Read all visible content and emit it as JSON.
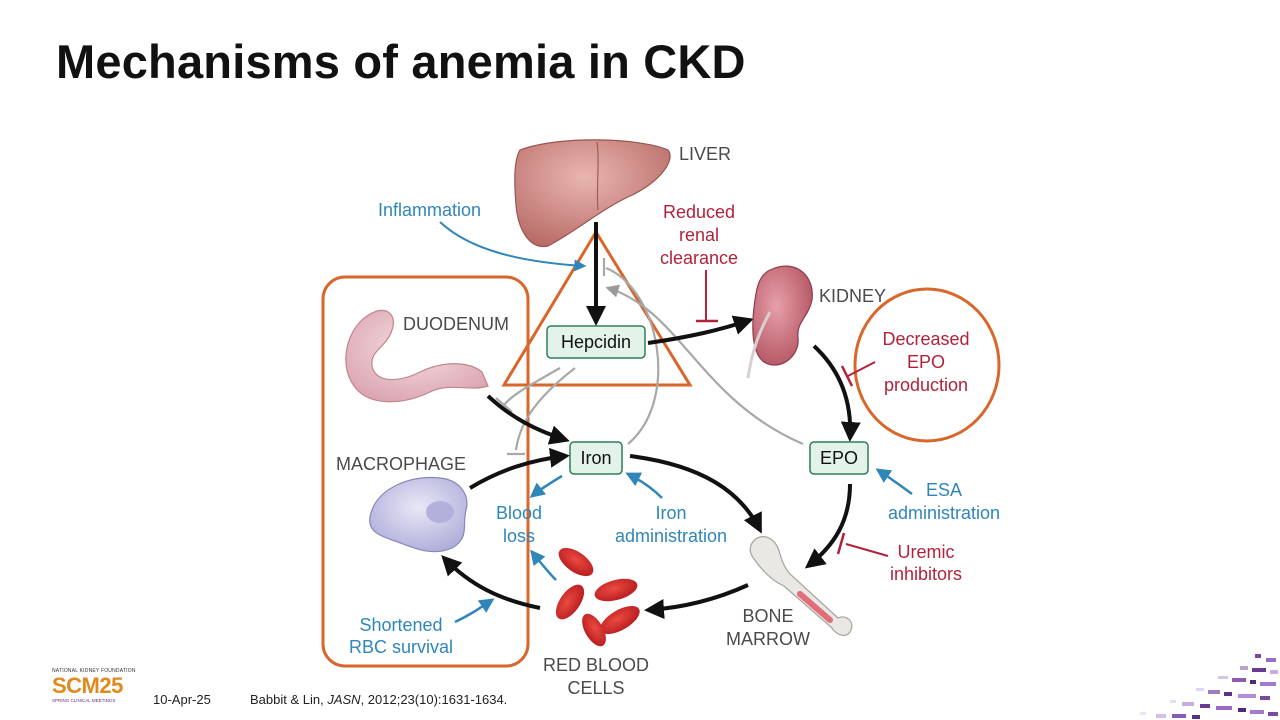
{
  "slide": {
    "title": "Mechanisms of anemia in CKD"
  },
  "diagram": {
    "organs": {
      "liver": "LIVER",
      "kidney": "KIDNEY",
      "duodenum": "DUODENUM",
      "macrophage": "MACROPHAGE",
      "bone_marrow_line1": "BONE",
      "bone_marrow_line2": "MARROW",
      "rbc_line1": "RED BLOOD",
      "rbc_line2": "CELLS"
    },
    "boxes": {
      "hepcidin": "Hepcidin",
      "iron": "Iron",
      "epo": "EPO"
    },
    "factors": {
      "inflammation": "Inflammation",
      "reduced_renal_1": "Reduced",
      "reduced_renal_2": "renal",
      "reduced_renal_3": "clearance",
      "decreased_epo_1": "Decreased",
      "decreased_epo_2": "EPO",
      "decreased_epo_3": "production",
      "esa_1": "ESA",
      "esa_2": "administration",
      "uremic_1": "Uremic",
      "uremic_2": "inhibitors",
      "blood_loss_1": "Blood",
      "blood_loss_2": "loss",
      "iron_admin_1": "Iron",
      "iron_admin_2": "administration",
      "shortened_1": "Shortened",
      "shortened_2": "RBC survival"
    },
    "colors": {
      "highlight_orange": "#d9662a",
      "inhibitor_red": "#b3223b",
      "therapy_blue": "#2f86b8",
      "box_fill": "#e3f3ea",
      "box_border": "#2f7d5d"
    }
  },
  "footer": {
    "date": "10-Apr-25",
    "ref_authors": "Babbit & Lin, ",
    "ref_journal": "JASN",
    "ref_details": ", 2012;23(10):1631-1634.",
    "logo_org": "NATIONAL KIDNEY FOUNDATION",
    "logo_brand": "SCM25",
    "logo_sub": "SPRING CLINICAL MEETINGS"
  }
}
